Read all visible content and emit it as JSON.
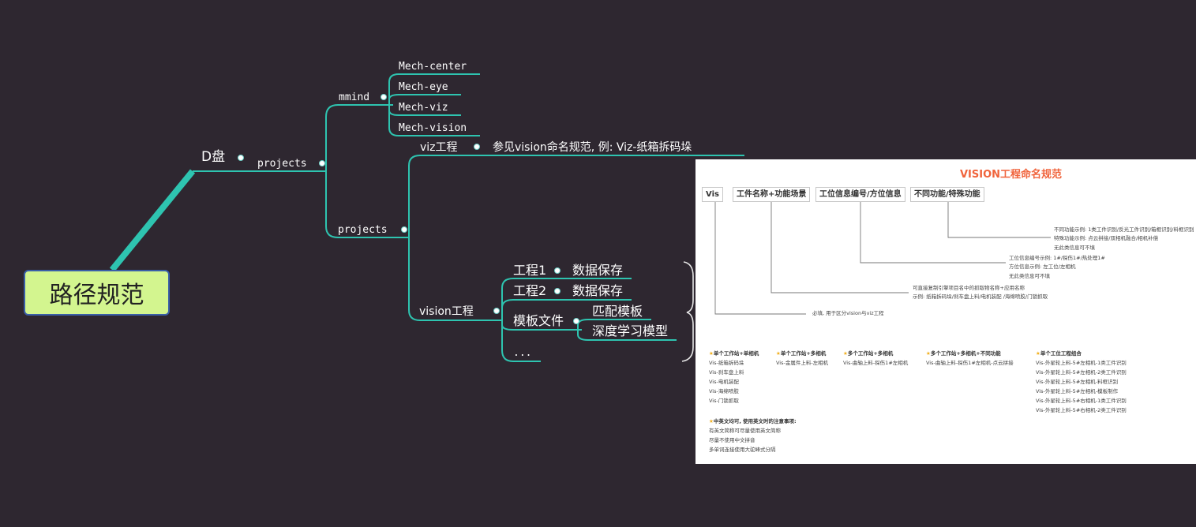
{
  "colors": {
    "background": "#2e2730",
    "line": "#2ec4b0",
    "root_fill": "#d3f58f",
    "panel_title": "#f0643c"
  },
  "root": {
    "label": "路径规范"
  },
  "tree": {
    "d_drive": "D盘",
    "projects_1": "projects",
    "mmind": "mmind",
    "mmind_children": [
      "Mech-center",
      "Mech-eye",
      "Mech-viz",
      "Mech-vision"
    ],
    "projects_2": "projects",
    "viz_project": "viz工程",
    "viz_note": "参见vision命名规范, 例: Viz-纸箱拆码垛",
    "vision_project": "vision工程",
    "project1": "工程1",
    "project1_child": "数据保存",
    "project2": "工程2",
    "project2_child": "数据保存",
    "template_files": "模板文件",
    "template_children": [
      "匹配模板",
      "深度学习模型"
    ],
    "ellipsis": "..."
  },
  "panel": {
    "title": "VISION工程命名规范",
    "headers": [
      "Vis",
      "工件名称+功能场景",
      "工位信息编号/方位信息",
      "不同功能/特殊功能"
    ],
    "notes": {
      "func": [
        "不同功能示例: 1类工件识别/反光工件识别/箱框识别/料框识别",
        "特殊功能示例: 点云拼接/双相机融合/相机补偿",
        "无此类信息可不填"
      ],
      "station": [
        "工位信息编号示例: 1#/探伤1#/热处理1#",
        "方位信息示例: 左工位/左相机",
        "无此类信息可不填"
      ],
      "workpiece": [
        "可直接复制引擎项目名中的抓取物名称+应用名称",
        "示例: 纸箱拆码垛/刹车盘上料/电机装配 /海绵喷胶/门锁抓取"
      ],
      "vis": [
        "必填, 用于区分vision与viz工程"
      ]
    },
    "examples": [
      {
        "heading": "单个工作站+单相机",
        "items": [
          "Vis-纸箱拆码垛",
          "Vis-刹车盘上料",
          "Vis-电机装配",
          "Vis-海绵喷胶",
          "Vis-门锁抓取"
        ]
      },
      {
        "heading": "单个工作站+多相机",
        "items": [
          "Vis-金属件上料-左相机"
        ]
      },
      {
        "heading": "多个工作站+多相机",
        "items": [
          "Vis-曲轴上料-探伤1#左相机"
        ]
      },
      {
        "heading": "多个工作站+多相机+不同功能",
        "items": [
          "Vis-曲轴上料-探伤1#左相机-点云拼接"
        ]
      },
      {
        "heading": "单个工位工程组合",
        "items": [
          "Vis-外星轮上料-5#左相机-1类工件识别",
          "Vis-外星轮上料-5#左相机-2类工件识别",
          "Vis-外星轮上料-5#左相机-料框识别",
          "Vis-外星轮上料-5#左相机-模板制作",
          "Vis-外星轮上料-5#右相机-1类工件识别",
          "Vis-外星轮上料-5#右相机-2类工件识别"
        ]
      }
    ],
    "english_note": {
      "heading": "中英文均可, 使用英文时的注意事项:",
      "items": [
        "有英文简称可尽量使用英文简称",
        "尽量不使用中文拼音",
        "多单词连接使用大驼峰式分隔"
      ]
    },
    "star_icon": "star-icon"
  }
}
